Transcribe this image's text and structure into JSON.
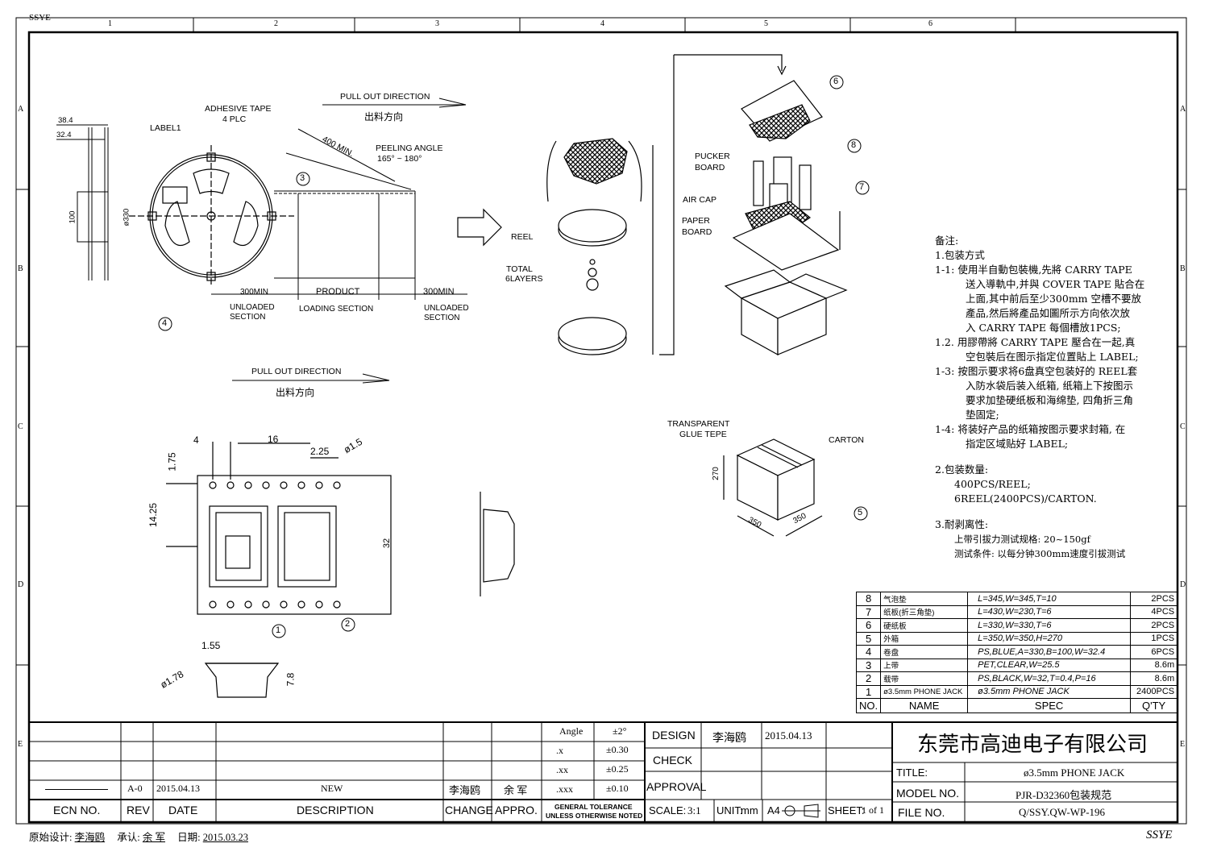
{
  "frame": {
    "top_left_tag": "SSYE",
    "col_numbers": [
      "1",
      "2",
      "3",
      "4",
      "5",
      "6"
    ],
    "row_letters": [
      "A",
      "B",
      "C",
      "D",
      "E"
    ],
    "bottom_right_tag": "SSYE"
  },
  "drawing_labels": {
    "adhesive_tape": "ADHESIVE TAPE",
    "adhesive_plc": "4 PLC",
    "label1": "LABEL1",
    "pull_out_direction": "PULL OUT DIRECTION",
    "pull_out_cn": "出料方向",
    "peeling_angle": "PEELING ANGLE",
    "peeling_range": "165° ~ 180°",
    "min_400": "400 MIN.",
    "dim_384": "38.4",
    "dim_324": "32.4",
    "dim_100": "100",
    "dim_330": "ø330",
    "min_300_left": "300MIN",
    "product": "PRODUCT",
    "min_300_right": "300MIN",
    "unloaded": "UNLOADED",
    "section": "SECTION",
    "loading_section": "LOADING SECTION",
    "reel": "REEL",
    "total": "TOTAL",
    "six_layers": "6LAYERS",
    "pucker": "PUCKER",
    "board": "BOARD",
    "air_cap": "AIR CAP",
    "paper": "PAPER",
    "transparent": "TRANSPARENT",
    "glue_tepe": "GLUE TEPE",
    "carton": "CARTON",
    "dim_270": "270",
    "dim_350a": "350",
    "dim_350b": "350",
    "dim_4": "4",
    "dim_16": "16",
    "dim_225": "2.25",
    "dim_15": "ø1.5",
    "dim_175": "1.75",
    "dim_1425": "14.25",
    "dim_32": "32",
    "dim_155": "1.55",
    "dim_178": "ø1.78",
    "dim_78": "7.8",
    "callouts": [
      "1",
      "2",
      "3",
      "4",
      "5",
      "6",
      "7",
      "8"
    ]
  },
  "notes": {
    "title": "备注:",
    "s1": "1.包装方式",
    "n11_a": "1-1: 使用半自動包裝機,先將 CARRY TAPE",
    "n11_b": "送入導軌中,并與 COVER TAPE 貼合在",
    "n11_c": "上面,其中前后至少300mm 空槽不要放",
    "n11_d": "產品,然后將產品如圖所示方向依次放",
    "n11_e": "入 CARRY TAPE 每個槽放1PCS;",
    "n12_a": "1.2. 用膠帶將 CARRY TAPE 壓合在一起,真",
    "n12_b": "空包裝后在图示指定位置貼上 LABEL;",
    "n13_a": "1-3: 按图示要求将6盘真空包装好的 REEL套",
    "n13_b": "入防水袋后装入纸箱, 纸箱上下按图示",
    "n13_c": "要求加垫硬纸板和海绵垫, 四角折三角",
    "n13_d": "垫固定;",
    "n14_a": "1-4: 将装好产品的纸箱按图示要求封箱, 在",
    "n14_b": "指定区域贴好 LABEL;",
    "s2": "2.包装数量:",
    "q1": "400PCS/REEL;",
    "q2": "6REEL(2400PCS)/CARTON.",
    "s3": "3.耐剥离性:",
    "p1": "上带引拔力测试规格: 20~150gf",
    "p2": "测试条件: 以每分钟300mm速度引拔测试"
  },
  "bom": {
    "rows": [
      {
        "no": "8",
        "name": "气泡垫",
        "spec": "L=345,W=345,T=10",
        "qty": "2PCS"
      },
      {
        "no": "7",
        "name": "纸板(折三角垫)",
        "spec": "L=430,W=230,T=6",
        "qty": "4PCS"
      },
      {
        "no": "6",
        "name": "硬纸板",
        "spec": "L=330,W=330,T=6",
        "qty": "2PCS"
      },
      {
        "no": "5",
        "name": "外箱",
        "spec": "L=350,W=350,H=270",
        "qty": "1PCS"
      },
      {
        "no": "4",
        "name": "卷盘",
        "spec": "PS,BLUE,A=330,B=100,W=32.4",
        "qty": "6PCS"
      },
      {
        "no": "3",
        "name": "上带",
        "spec": "PET,CLEAR,W=25.5",
        "qty": "8.6m"
      },
      {
        "no": "2",
        "name": "载带",
        "spec": "PS,BLACK,W=32,T=0.4,P=16",
        "qty": "8.6m"
      },
      {
        "no": "1",
        "name": "ø3.5mm PHONE JACK",
        "spec": "ø3.5mm PHONE JACK",
        "qty": "2400PCS"
      }
    ],
    "header": {
      "no": "NO.",
      "name": "NAME",
      "spec": "SPEC",
      "qty": "Q'TY"
    }
  },
  "revision": {
    "row": {
      "ecn": "",
      "rev": "A-0",
      "date": "2015.04.13",
      "desc": "NEW",
      "change": "李海鸥",
      "appro": "余 军"
    },
    "labels": {
      "ecn": "ECN NO.",
      "rev": "REV",
      "date": "DATE",
      "desc": "DESCRIPTION",
      "change": "CHANGE",
      "appro": "APPRO."
    }
  },
  "tolerance": {
    "angle": "Angle",
    "angle_val": "±2°",
    "x": ".x",
    "x_val": "±0.30",
    "xx": ".xx",
    "xx_val": "±0.25",
    "xxx": ".xxx",
    "xxx_val": "±0.10",
    "general_1": "GENERAL TOLERANCE",
    "general_2": "UNLESS OTHERWISE NOTED"
  },
  "signoff": {
    "design": "DESIGN",
    "design_name": "李海鸥",
    "design_date": "2015.04.13",
    "check": "CHECK",
    "approval": "APPROVAL",
    "scale_label": "SCALE:",
    "scale": "3:1",
    "unit_label": "UNIT:",
    "unit": "mm",
    "size": "A4",
    "sheet_label": "SHEET:",
    "sheet": "1 of 1"
  },
  "titleblock": {
    "company": "东莞市高迪电子有限公司",
    "title_label": "TITLE:",
    "title": "ø3.5mm PHONE JACK",
    "model_label": "MODEL NO.",
    "model": "PJR-D32360包装规范",
    "file_label": "FILE NO.",
    "file": "Q/SSY.QW-WP-196"
  },
  "footer": {
    "orig_label": "原始设计:",
    "orig": "李海鸥",
    "approve_label": "承认:",
    "approve": "余 军",
    "date_label": "日期:",
    "date": "2015.03.23"
  }
}
